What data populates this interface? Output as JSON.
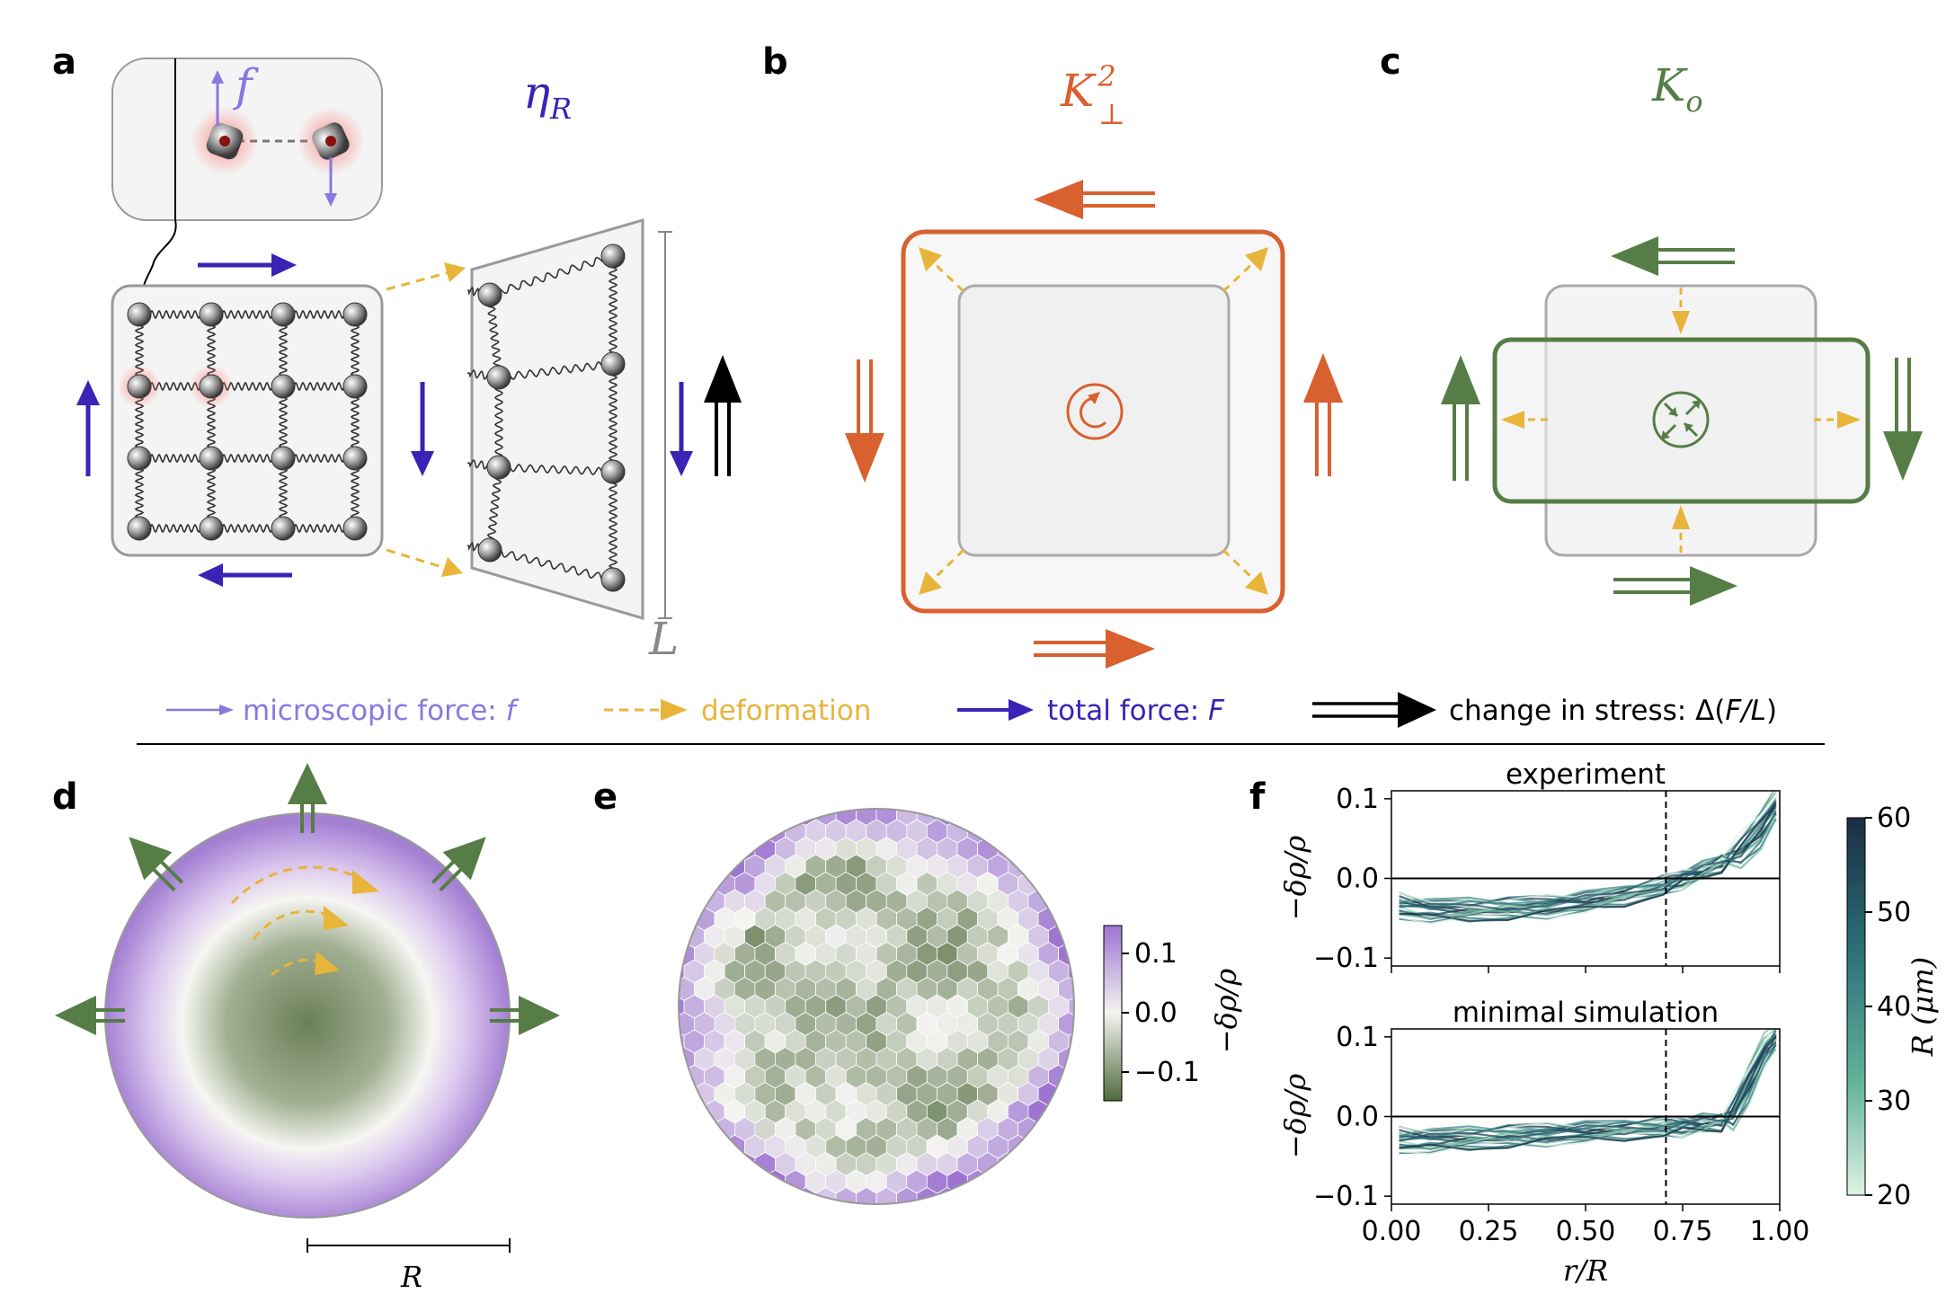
{
  "panel_labels": {
    "a": "a",
    "b": "b",
    "c": "c",
    "d": "d",
    "e": "e",
    "f": "f"
  },
  "titles": {
    "a_eta": "η",
    "a_eta_sub": "R",
    "a_f": "f",
    "a_L": "L",
    "b_K": "K",
    "b_K_sup": "2",
    "b_K_sub": "⊥",
    "c_K": "K",
    "c_K_sub": "o",
    "d_R": "R"
  },
  "colors": {
    "micro": "#8a78e0",
    "deform": "#e8b43a",
    "total": "#3a23b5",
    "stress": "#000000",
    "orange": "#d9602f",
    "green": "#567d46",
    "purple": "#a77fd6"
  },
  "legend": {
    "micro_label": "microscopic force: ",
    "micro_sym": "f",
    "deform_label": "deformation",
    "total_label": "total force: ",
    "total_sym": "F",
    "stress_label": "change in stress: Δ(",
    "stress_sym": "F/L",
    "stress_close": ")"
  },
  "colorbar_e": {
    "label": "−δρ/ρ",
    "ticks": [
      "0.1",
      "0.0",
      "−0.1"
    ]
  },
  "colorbar_f": {
    "label": "R (μm)",
    "ticks": [
      "60",
      "50",
      "40",
      "30",
      "20"
    ]
  },
  "chart_data": [
    {
      "type": "line",
      "title": "experiment",
      "xlabel": "",
      "ylabel": "−δρ/ρ",
      "xlim": [
        0,
        1
      ],
      "ylim": [
        -0.11,
        0.11
      ],
      "yticks": [
        "0.1",
        "0.0",
        "−0.1"
      ],
      "vline": 0.707,
      "x": [
        0.02,
        0.1,
        0.2,
        0.3,
        0.4,
        0.5,
        0.6,
        0.7,
        0.75,
        0.8,
        0.85,
        0.9,
        0.95,
        0.99
      ],
      "mean": [
        -0.035,
        -0.04,
        -0.04,
        -0.038,
        -0.035,
        -0.03,
        -0.022,
        -0.01,
        0,
        0.008,
        0.02,
        0.035,
        0.06,
        0.09
      ]
    },
    {
      "type": "line",
      "title": "minimal simulation",
      "xlabel": "r/R",
      "ylabel": "−δρ/ρ",
      "xlim": [
        0,
        1
      ],
      "ylim": [
        -0.11,
        0.11
      ],
      "xticks": [
        "0.00",
        "0.25",
        "0.50",
        "0.75",
        "1.00"
      ],
      "yticks": [
        "0.1",
        "0.0",
        "−0.1"
      ],
      "vline": 0.707,
      "x": [
        0.02,
        0.1,
        0.2,
        0.3,
        0.4,
        0.5,
        0.6,
        0.7,
        0.75,
        0.8,
        0.85,
        0.88,
        0.92,
        0.96,
        0.99
      ],
      "mean": [
        -0.03,
        -0.03,
        -0.028,
        -0.025,
        -0.022,
        -0.02,
        -0.017,
        -0.014,
        -0.012,
        -0.01,
        -0.006,
        0.005,
        0.04,
        0.08,
        0.1
      ]
    }
  ]
}
